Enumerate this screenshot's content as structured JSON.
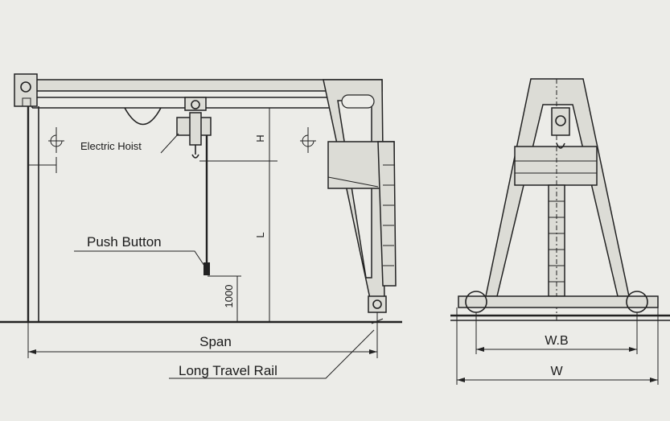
{
  "labels": {
    "electric_hoist": "Electric Hoist",
    "push_button": "Push Button",
    "h": "H",
    "l": "L",
    "height_1000": "1000",
    "span": "Span",
    "long_travel_rail": "Long Travel Rail",
    "wb": "W.B",
    "w": "W"
  }
}
